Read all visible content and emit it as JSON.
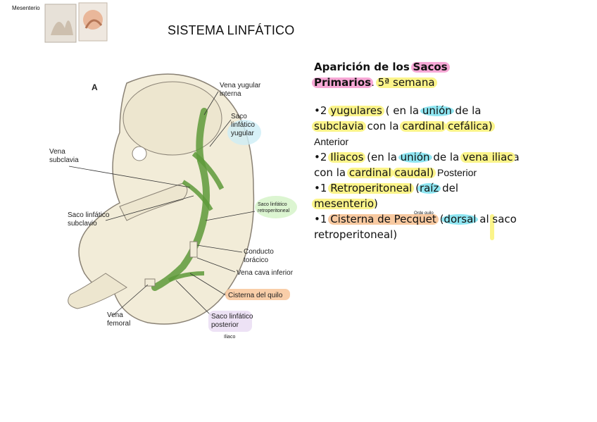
{
  "header": {
    "corner_label": "Mesenterio",
    "title": "SISTEMA LINFÁTICO"
  },
  "figure": {
    "panel_letter": "A",
    "labels": {
      "vena_yugular_1": "Vena yugular",
      "vena_yugular_2": "interna",
      "saco_yugular_1": "Saco",
      "saco_yugular_2": "linfático",
      "saco_yugular_3": "yugular",
      "vena_subclavia_1": "Vena",
      "vena_subclavia_2": "subclavia",
      "saco_retro_1": "Saco linfático",
      "saco_retro_2": "retroperitoneal",
      "saco_subclavio_1": "Saco linfático",
      "saco_subclavio_2": "subclavio",
      "conducto_1": "Conducto",
      "conducto_2": "torácico",
      "vena_cava": "Vena cava inferior",
      "cisterna": "Cisterna del quilo",
      "vena_femoral_1": "Vena",
      "vena_femoral_2": "femoral",
      "saco_posterior_1": "Saco linfático",
      "saco_posterior_2": "posterior",
      "iliaco": "Iliaco"
    }
  },
  "text": {
    "heading_a": "Aparición de los",
    "heading_b": "Sacos",
    "heading_c": "Primarios",
    "heading_d": ".",
    "heading_e": "5ª semana",
    "l1a": "•2",
    "l1b": "yugulares",
    "l1c": "( en la",
    "l1d": "unión",
    "l1e": "de la",
    "l1f": "subclavia",
    "l1g": "con la",
    "l1h": "cardinal",
    "l1i": "cefálica)",
    "l1j": "Anterior",
    "l2a": "•2",
    "l2b": "Iliacos",
    "l2c": "(en la",
    "l2d": "unión",
    "l2e": "de la",
    "l2f": "vena iliac",
    "l2g": "a con la",
    "l2h": "cardinal",
    "l2i": "caudal)",
    "l2j": "Posterior",
    "l3a": "•1",
    "l3b": "Retroperitoneal",
    "l3c": "(",
    "l3d": "raíz",
    "l3e": "del",
    "l3f": "mesenterio",
    "l3g": ")",
    "l4note": "Orde quilo",
    "l4a": "•1",
    "l4b": "Cisterna de Pecquet",
    "l4c": "(",
    "l4d": "dorsal",
    "l4e": "al",
    "l4f": "saco retroperitoneal",
    "l4g": ")"
  },
  "colors": {
    "yellow": "#fbf48a",
    "pink": "#f7a8d6",
    "cyan": "#8fe6f2",
    "orange": "#f8c9a0",
    "lymph_green": "#5e9a3a",
    "embryo_fill": "#f2ecd8"
  }
}
